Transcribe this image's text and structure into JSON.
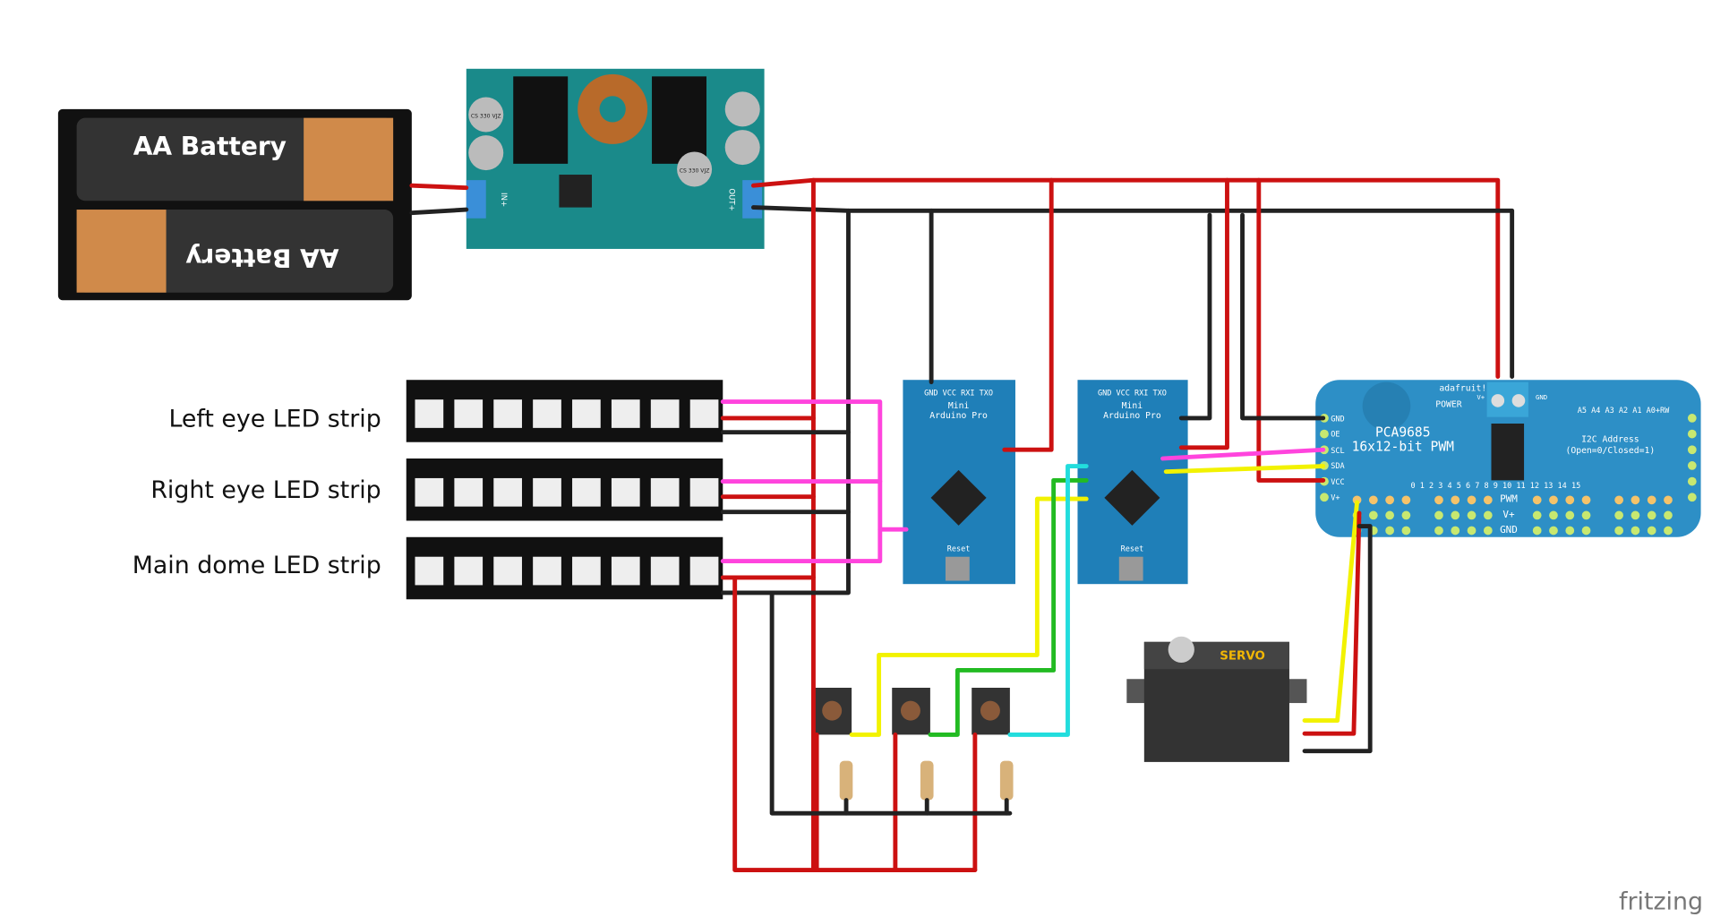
{
  "labels": {
    "left_eye": "Left eye LED strip",
    "right_eye": "Right eye LED strip",
    "main_dome": "Main dome LED strip"
  },
  "battery": {
    "top": "AA Battery",
    "bottom": "AA Battery"
  },
  "converter": {
    "cap": "CS 330 VJZ",
    "in_label": "IN+",
    "out_label": "OUT+"
  },
  "arduino": {
    "name_line1": "Mini",
    "name_line2": "Arduino Pro",
    "top_pins": "GND VCC RXI TXO",
    "reset": "Reset"
  },
  "pwm_board": {
    "brand": "adafruit!",
    "power": "POWER",
    "title1": "PCA9685",
    "title2": "16x12-bit PWM",
    "i2c1": "I2C Address",
    "i2c2": "(Open=0/Closed=1)",
    "addr": "A5 A4 A3 A2 A1 A0+RW",
    "left_pins": [
      "GND",
      "OE",
      "SCL",
      "SDA",
      "VCC",
      "V+"
    ],
    "channels": "0 1 2 3   4 5 6 7   8 9 10 11   12 13 14 15",
    "rows": [
      "PWM",
      "V+",
      "GND"
    ],
    "vplus": "V+",
    "gnd": "GND"
  },
  "servo": {
    "label": "SERVO"
  },
  "logo": "fritzing",
  "colors": {
    "red": "#cc1111",
    "black": "#222222",
    "magenta": "#ff44dd",
    "yellow": "#f2f200",
    "green": "#22bb22",
    "cyan": "#22dddd",
    "board_blue": "#2d8fc6",
    "arduino_blue": "#1f7fb8"
  }
}
